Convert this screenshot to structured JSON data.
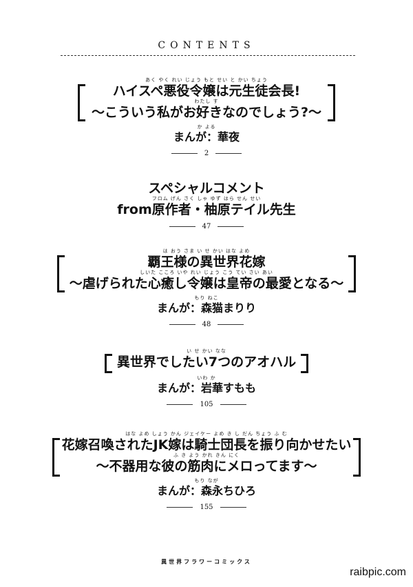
{
  "header": {
    "title": "CONTENTS"
  },
  "entries": [
    {
      "ruby1": "あく やく れい じょう     もと せい  と かい ちょう",
      "line1": "ハイスペ悪役令嬢は元生徒会長!",
      "ruby2": "わたし          す",
      "line2": "〜こういう私がお好きなのでしょう?〜",
      "author_ruby": "か よる",
      "author": "まんが：華夜",
      "page": "2"
    },
    {
      "line1": "スペシャルコメント",
      "ruby2": "フロム げん さく しゃ ゆず はら        せん せい",
      "line2": "from原作者・柚原テイル先生",
      "page": "47"
    },
    {
      "ruby1": "は おう さま    い せ かい はな よめ",
      "line1": "覇王様の異世界花嫁",
      "ruby2": "しいた   こころ いや  れい じょう  こう てい  さい あい",
      "line2": "〜虐げられた心癒し令嬢は皇帝の最愛となる〜",
      "author_ruby": "もり ねこ",
      "author": "まんが：森猫まりり",
      "page": "48"
    },
    {
      "ruby1": "い せ かい            なな",
      "line1": "異世界でしたい7つのアオハル",
      "author_ruby": "いわ か",
      "author": "まんが：岩華すもも",
      "page": "105"
    },
    {
      "ruby1": "はな よめ しょう かん   ジェイケー よめ   き し だん ちょう   ふ   む",
      "line1": "花嫁召喚されたJK嫁は騎士団長を振り向かせたい",
      "ruby2": "ふ き よう   かれ   きん にく",
      "line2": "〜不器用な彼の筋肉にメロってます〜",
      "author_ruby": "もり なが",
      "author": "まんが：森永ちひろ",
      "page": "155"
    }
  ],
  "footer": {
    "label": "異世界フラワーコミックス"
  },
  "watermark": "raibpic.com"
}
